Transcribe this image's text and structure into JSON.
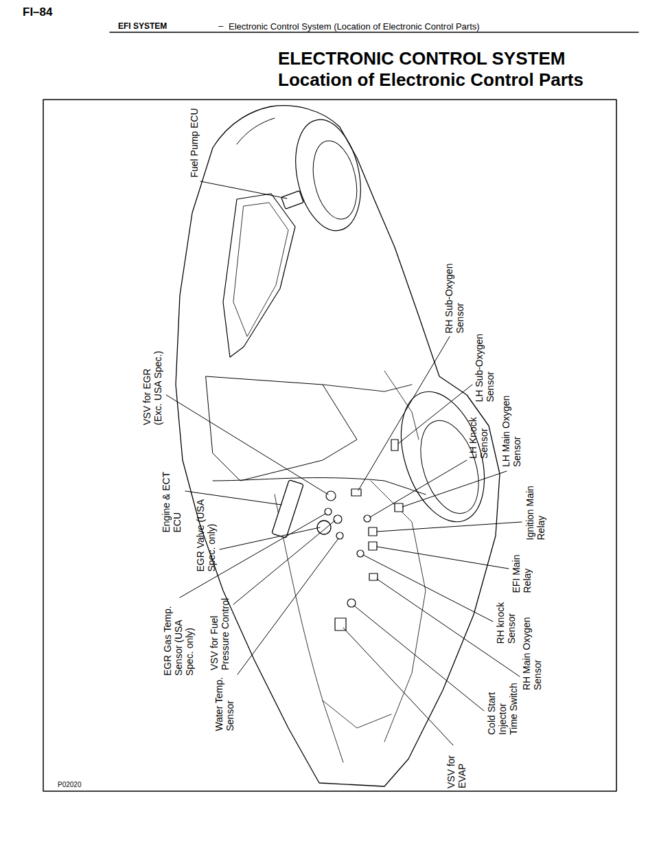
{
  "diagram": {
    "title": "ELECTRONIC CONTROL SYSTEM Location of Electronic Control Parts",
    "labels": [
      "FI–84",
      "EFI SYSTEM",
      "–",
      "Electronic Control System (Location of Electronic Control Parts)",
      "Fuel Pump ECU",
      "VSV for EGR (Exc. USA Spec.)",
      "Engine & ECT ECU",
      "EGR Valve (USA Spec. only)",
      "EGR Gas Temp. Sensor (USA Spec. only)",
      "VSV for Fuel Pressure Control",
      "Water Temp. Sensor",
      "RH Sub-Oxygen Sensor",
      "LH Sub-Oxygen Sensor",
      "LH Knock Sensor",
      "LH Main Oxygen Sensor",
      "Ignition Main Relay",
      "EFI Main Relay",
      "RH knock Sensor",
      "RH Main Oxygen Sensor",
      "Cold Start Injector Time Switch",
      "VSV for EVAP",
      "P02020"
    ]
  }
}
